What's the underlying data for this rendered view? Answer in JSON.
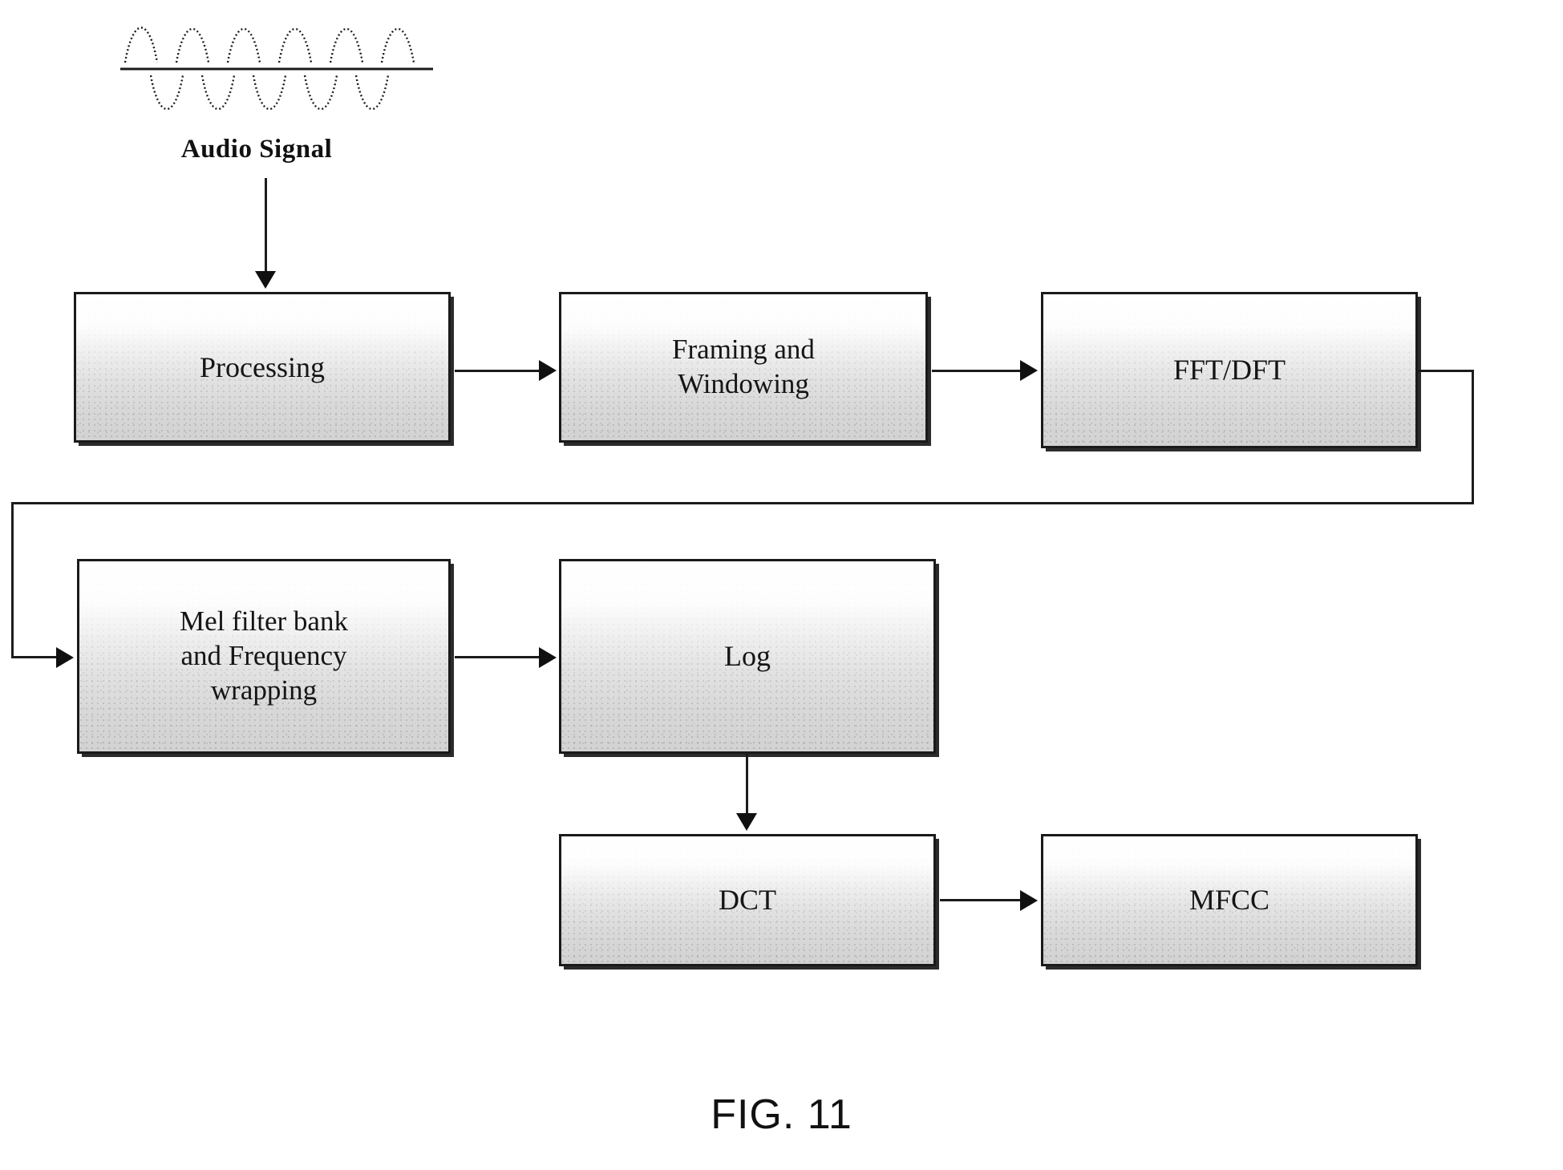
{
  "figure": {
    "caption": "FIG. 11",
    "signal_label": "Audio Signal"
  },
  "diagram": {
    "type": "flowchart",
    "nodes": [
      {
        "id": "processing",
        "label": "Processing"
      },
      {
        "id": "framing",
        "label": "Framing and\nWindowing"
      },
      {
        "id": "fft",
        "label": "FFT/DFT"
      },
      {
        "id": "mel",
        "label": "Mel filter bank\nand Frequency\nwrapping"
      },
      {
        "id": "log",
        "label": "Log"
      },
      {
        "id": "dct",
        "label": "DCT"
      },
      {
        "id": "mfcc",
        "label": "MFCC"
      }
    ],
    "edges": [
      {
        "from": "audio-signal",
        "to": "processing",
        "direction": "down"
      },
      {
        "from": "processing",
        "to": "framing",
        "direction": "right"
      },
      {
        "from": "framing",
        "to": "fft",
        "direction": "right"
      },
      {
        "from": "fft",
        "to": "mel",
        "direction": "wrap-around"
      },
      {
        "from": "mel",
        "to": "log",
        "direction": "right"
      },
      {
        "from": "log",
        "to": "dct",
        "direction": "down"
      },
      {
        "from": "dct",
        "to": "mfcc",
        "direction": "right"
      }
    ]
  },
  "icons": {
    "waveform": "audio-waveform-icon",
    "arrow_right": "arrow-right-icon",
    "arrow_down": "arrow-down-icon"
  },
  "colors": {
    "stroke": "#1a1a1a",
    "box_fill_top": "#ffffff",
    "box_fill_bottom": "#d2d2d2",
    "text": "#111111",
    "background": "#ffffff"
  }
}
